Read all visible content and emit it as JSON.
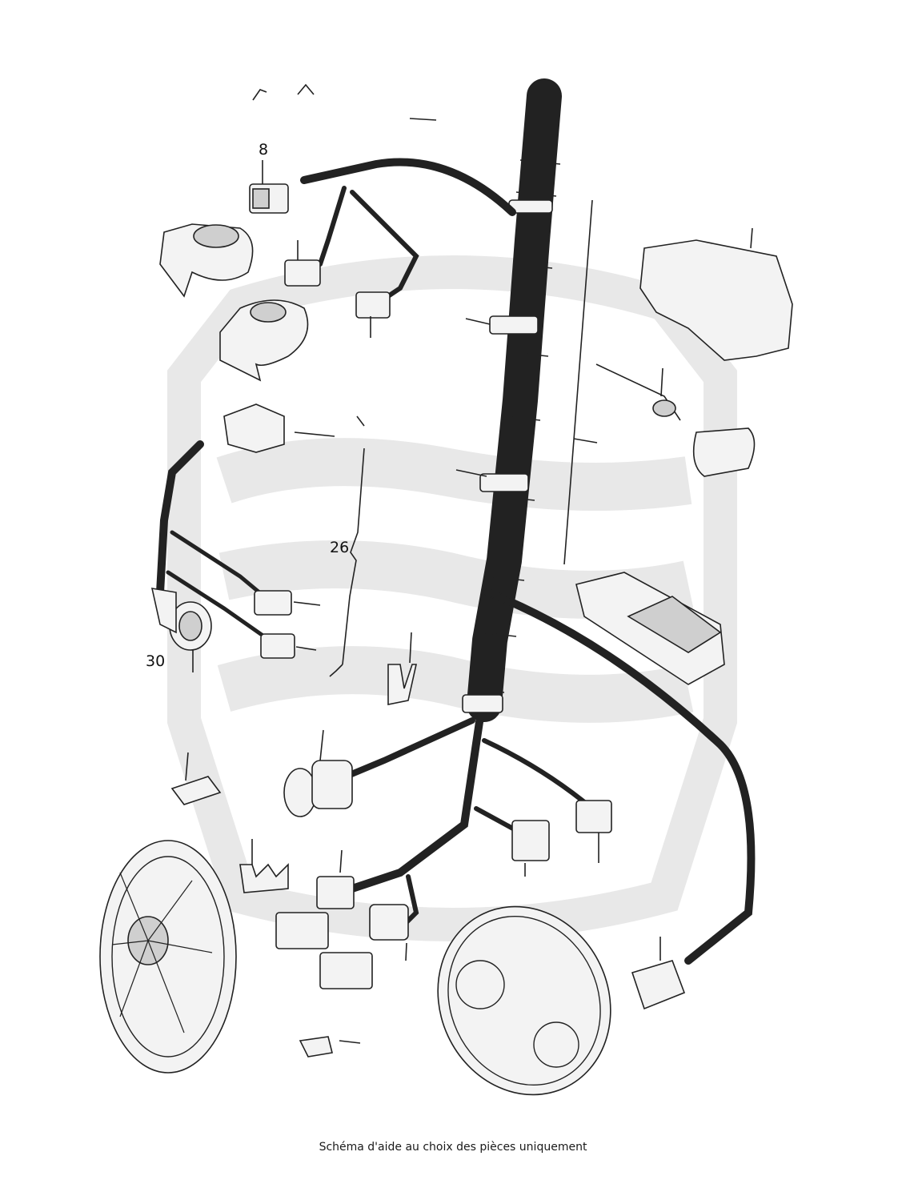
{
  "diagram": {
    "callouts": {
      "harness_top_connector": "8",
      "harness_group": "26",
      "round_connector": "30"
    },
    "caption": "Schéma d'aide au choix des pièces uniquement",
    "colors": {
      "line": "#222222",
      "part_fill": "#f3f3f3",
      "watermark": "#e6e6e6"
    }
  }
}
